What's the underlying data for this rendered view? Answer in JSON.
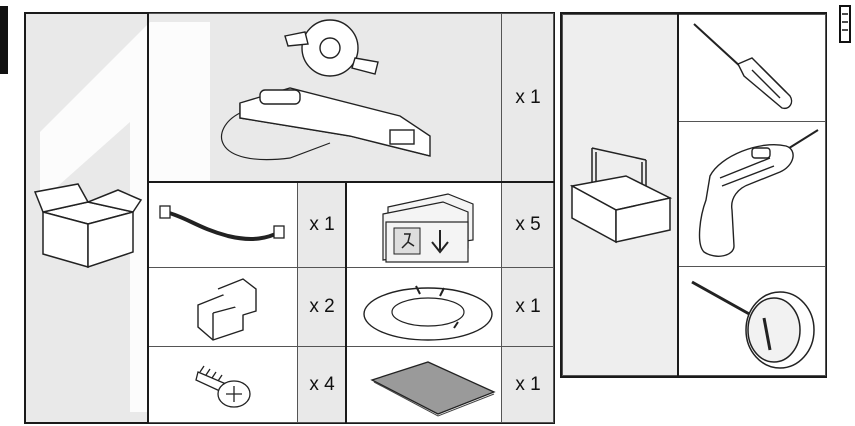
{
  "quantities": {
    "main_unit": "x 1",
    "cable": "x 1",
    "signs": "x 5",
    "clips": "x 2",
    "ring": "x 1",
    "screws": "x 4",
    "plate": "x 1"
  },
  "step_number": "1",
  "icons": [
    "box-icon",
    "toolbox-icon",
    "screwdriver-icon",
    "drill-icon",
    "hole-saw-icon"
  ]
}
